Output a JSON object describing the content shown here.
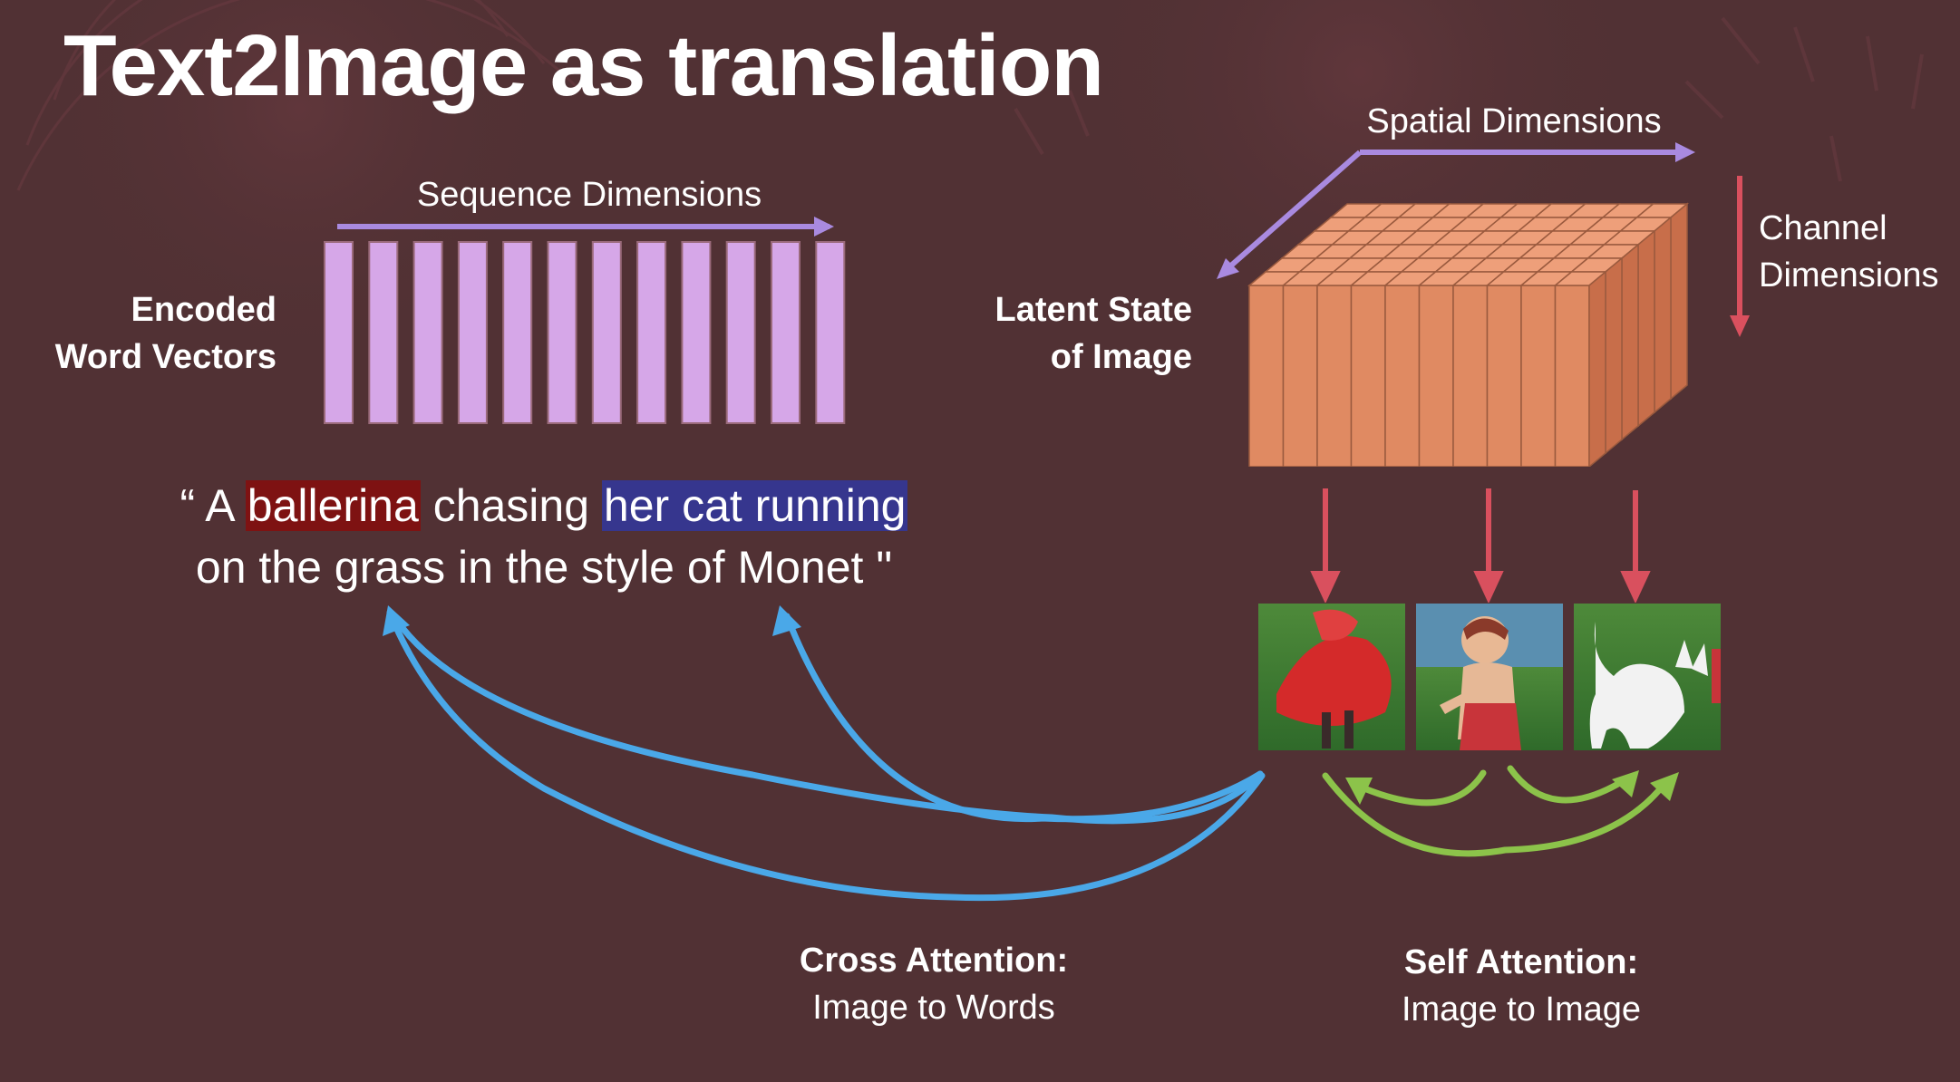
{
  "title": "Text2Image as translation",
  "text_side": {
    "axis_label": "Sequence Dimensions",
    "row_label_line1": "Encoded",
    "row_label_line2": "Word Vectors",
    "word_vector_count": 12,
    "vector_color": "#d6a7e8"
  },
  "prompt": {
    "open_quote": "“ A ",
    "highlight_1": "ballerina",
    "middle": " chasing ",
    "highlight_2": "her cat running",
    "line2": "on the grass in the style of Monet \""
  },
  "latent_side": {
    "spatial_label": "Spatial Dimensions",
    "channel_label_line1": "Channel",
    "channel_label_line2": "Dimensions",
    "row_label_line1": "Latent State",
    "row_label_line2": "of Image",
    "cube_color": "#e08a62"
  },
  "patches": [
    {
      "name": "ballerina-dress-patch"
    },
    {
      "name": "ballerina-torso-patch"
    },
    {
      "name": "cat-patch"
    }
  ],
  "cross_attention": {
    "title": "Cross Attention:",
    "subtitle": "Image to Words",
    "color": "#4aa8e8"
  },
  "self_attention": {
    "title": "Self Attention:",
    "subtitle": "Image to Image",
    "color": "#8cc34a"
  },
  "colors": {
    "background": "#513134",
    "axis_arrow": "#a98ae0",
    "channel_arrow": "#d9505e",
    "highlight_red": "#7e1212",
    "highlight_blue": "#36368e"
  }
}
